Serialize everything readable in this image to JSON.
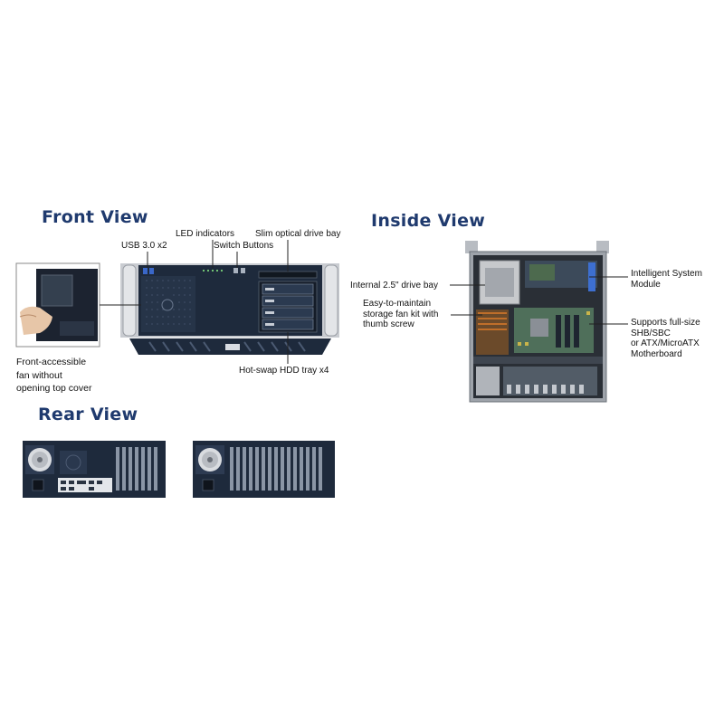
{
  "sections": {
    "front_view": {
      "title": "Front View",
      "labels": {
        "usb": "USB 3.0 x2",
        "led": "LED indicators",
        "switch": "Switch Buttons",
        "optical": "Slim optical drive bay",
        "hdd": "Hot-swap HDD tray x4",
        "fan_line1": "Front-accessible",
        "fan_line2": "fan without",
        "fan_line3": "opening top cover"
      }
    },
    "inside_view": {
      "title": "Inside View",
      "labels": {
        "drive": "Internal 2.5\" drive bay",
        "fan_kit_line1": "Easy-to-maintain",
        "fan_kit_line2": "storage fan kit with",
        "fan_kit_line3": "thumb screw",
        "ism_line1": "Intelligent System",
        "ism_line2": "Module",
        "board_line1": "Supports full-size",
        "board_line2": "SHB/SBC",
        "board_line3": "or ATX/MicroATX",
        "board_line4": "Motherboard"
      }
    },
    "rear_view": {
      "title": "Rear View"
    }
  },
  "colors": {
    "heading": "#1f3a6e",
    "chassis_dark": "#1e2a3c",
    "chassis_panel": "#2a3a52",
    "silver": "#c9ccd1",
    "leader": "#222222"
  }
}
